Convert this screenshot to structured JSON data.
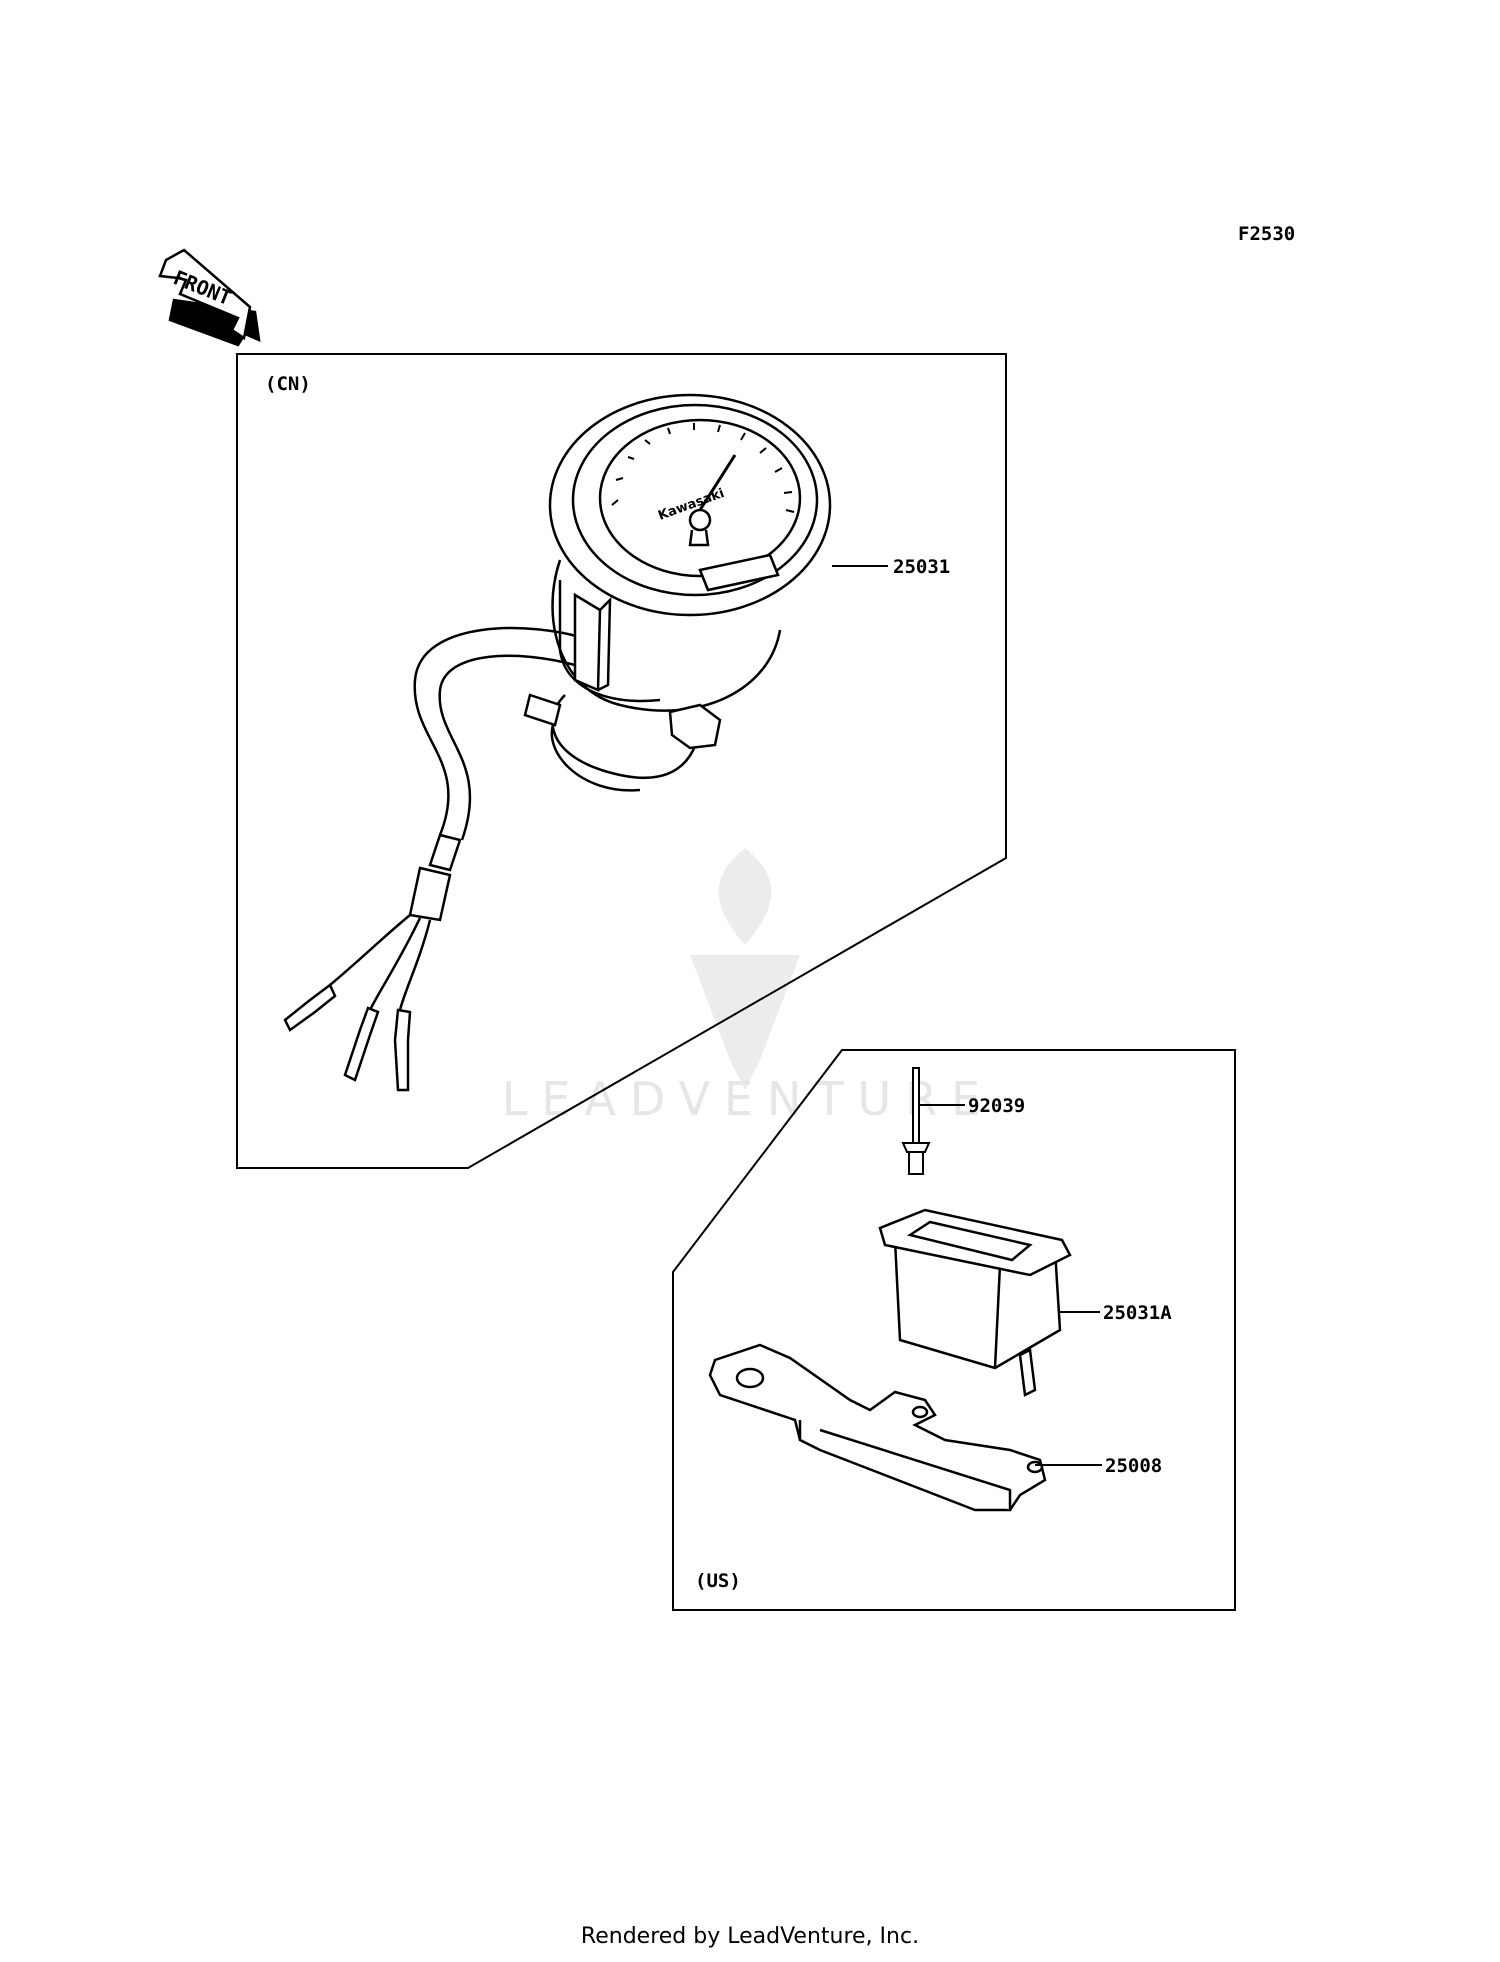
{
  "figure_code": "F2530",
  "front_arrow_text": "FRONT",
  "watermark_text": "LEADVENTURE",
  "regions": {
    "cn": "(CN)",
    "us": "(US)"
  },
  "parts": {
    "p25031": "25031",
    "p92039": "92039",
    "p25031a": "25031A",
    "p25008": "25008"
  },
  "gauge_brand": "Kawasaki",
  "footer": "Rendered by LeadVenture, Inc."
}
